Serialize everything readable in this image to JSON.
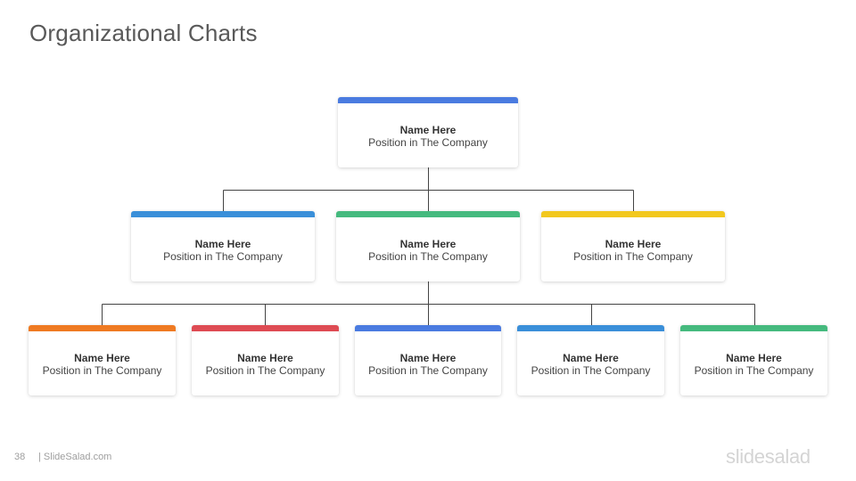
{
  "title": "Organizational Charts",
  "colors": {
    "blue": "#4A7BE0",
    "sky": "#3A8FD9",
    "green": "#45BA7E",
    "yellow": "#F2C81E",
    "orange": "#EF7A22",
    "red": "#DE4B53",
    "connector": "#444444"
  },
  "top": {
    "name": "Name Here",
    "position": "Position in The Company",
    "color": "blue"
  },
  "level2": [
    {
      "name": "Name Here",
      "position": "Position in The Company",
      "color": "sky"
    },
    {
      "name": "Name Here",
      "position": "Position in The Company",
      "color": "green"
    },
    {
      "name": "Name Here",
      "position": "Position in The Company",
      "color": "yellow"
    }
  ],
  "level3": [
    {
      "name": "Name Here",
      "position": "Position in The Company",
      "color": "orange"
    },
    {
      "name": "Name Here",
      "position": "Position in The Company",
      "color": "red"
    },
    {
      "name": "Name Here",
      "position": "Position in The Company",
      "color": "blue"
    },
    {
      "name": "Name Here",
      "position": "Position in The Company",
      "color": "sky"
    },
    {
      "name": "Name Here",
      "position": "Position in The Company",
      "color": "green"
    }
  ],
  "footer": {
    "page_number": "38",
    "site": "| SlideSalad.com",
    "logo_text": "slidesalad"
  }
}
